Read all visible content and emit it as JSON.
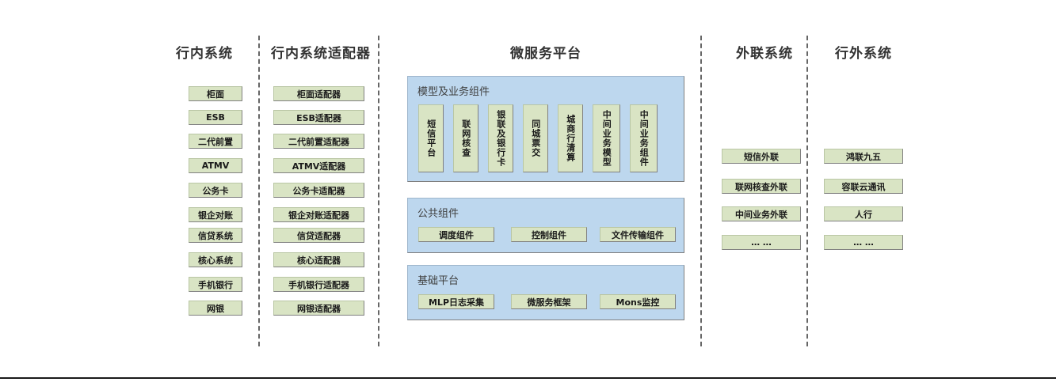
{
  "diagram": {
    "columns": [
      {
        "id": "internal-systems",
        "title": "行内系统",
        "items": [
          "柜面",
          "ESB",
          "二代前置",
          "ATMV",
          "公务卡",
          "银企对账",
          "信贷系统",
          "核心系统",
          "手机银行",
          "网银"
        ]
      },
      {
        "id": "internal-system-adapters",
        "title": "行内系统适配器",
        "items": [
          "柜面适配器",
          "ESB适配器",
          "二代前置适配器",
          "ATMV适配器",
          "公务卡适配器",
          "银企对账适配器",
          "信贷适配器",
          "核心适配器",
          "手机银行适配器",
          "网银适配器"
        ]
      },
      {
        "id": "microservice-platform",
        "title": "微服务平台"
      },
      {
        "id": "external-liaison-systems",
        "title": "外联系统",
        "items": [
          "短信外联",
          "联网核查外联",
          "中间业务外联",
          "… …"
        ]
      },
      {
        "id": "outside-bank-systems",
        "title": "行外系统",
        "items": [
          "鸿联九五",
          "容联云通讯",
          "人行",
          "… …"
        ]
      }
    ],
    "panels": [
      {
        "id": "model-business-components",
        "title": "模型及业务组件",
        "items": [
          "短信平台",
          "联网核查",
          "银联及银行卡",
          "同城票交",
          "城商行清算",
          "中间业务模型",
          "中间业务组件"
        ]
      },
      {
        "id": "public-components",
        "title": "公共组件",
        "items": [
          "调度组件",
          "控制组件",
          "文件传输组件"
        ]
      },
      {
        "id": "base-platform",
        "title": "基础平台",
        "items": [
          "MLP日志采集",
          "微服务框架",
          "Mons监控"
        ]
      }
    ],
    "colors": {
      "node_fill": "#d9e4c4",
      "node_border": "#808080",
      "panel_fill": "#bdd7ee",
      "panel_border": "#7f7f7f",
      "title_text": "#333333",
      "divider": "#666666",
      "background": "#ffffff"
    }
  }
}
